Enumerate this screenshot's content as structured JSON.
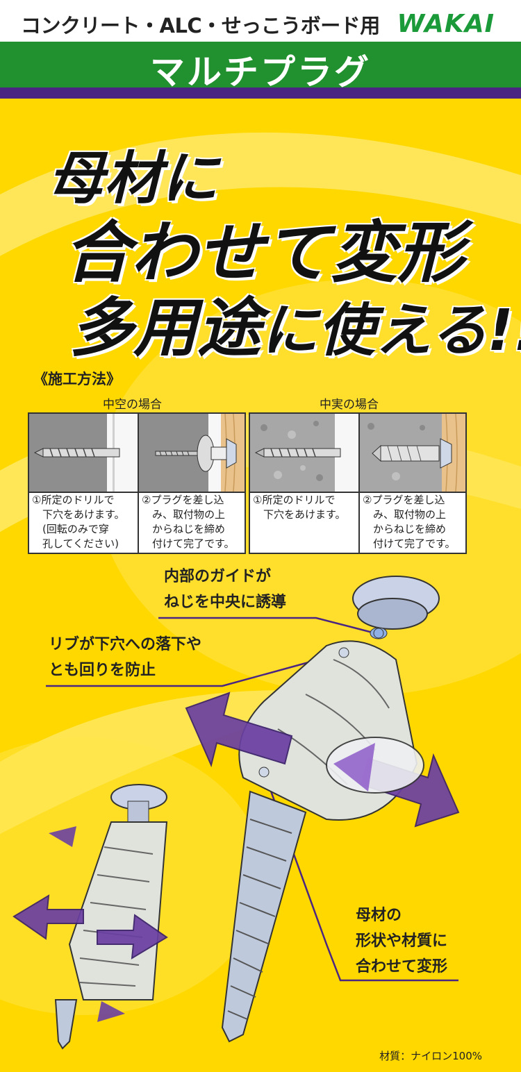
{
  "header": {
    "subtitle": "コンクリート・ALC・せっこうボード用",
    "brand": "WAKAI",
    "product_name": "マルチプラグ"
  },
  "headline": {
    "line1": "母材に",
    "line2": "合わせて変形",
    "line3_a": "多用途",
    "line3_b": "に使える!!"
  },
  "method": {
    "title": "《施工方法》",
    "cases": [
      {
        "label": "中空の場合",
        "steps": [
          "①所定のドリルで\n　下穴をあけます。\n　(回転のみで穿\n　孔してください)",
          "②プラグを差し込\n　み、取付物の上\n　からねじを締め\n　付けて完了です。"
        ]
      },
      {
        "label": "中実の場合",
        "steps": [
          "①所定のドリルで\n　下穴をあけます。",
          "②プラグを差し込\n　み、取付物の上\n　からねじを締め\n　付けて完了です。"
        ]
      }
    ]
  },
  "callouts": {
    "guide": "内部のガイドが\nねじを中央に誘導",
    "ribs": "リブが下穴への落下や\nとも回りを防止",
    "deform": "母材の\n形状や材質に\n合わせて変形"
  },
  "material_note": "材質：ナイロン100%",
  "colors": {
    "background": "#ffd800",
    "green": "#21902f",
    "purple": "#4a2582",
    "brand_green": "#1b9a3a"
  }
}
